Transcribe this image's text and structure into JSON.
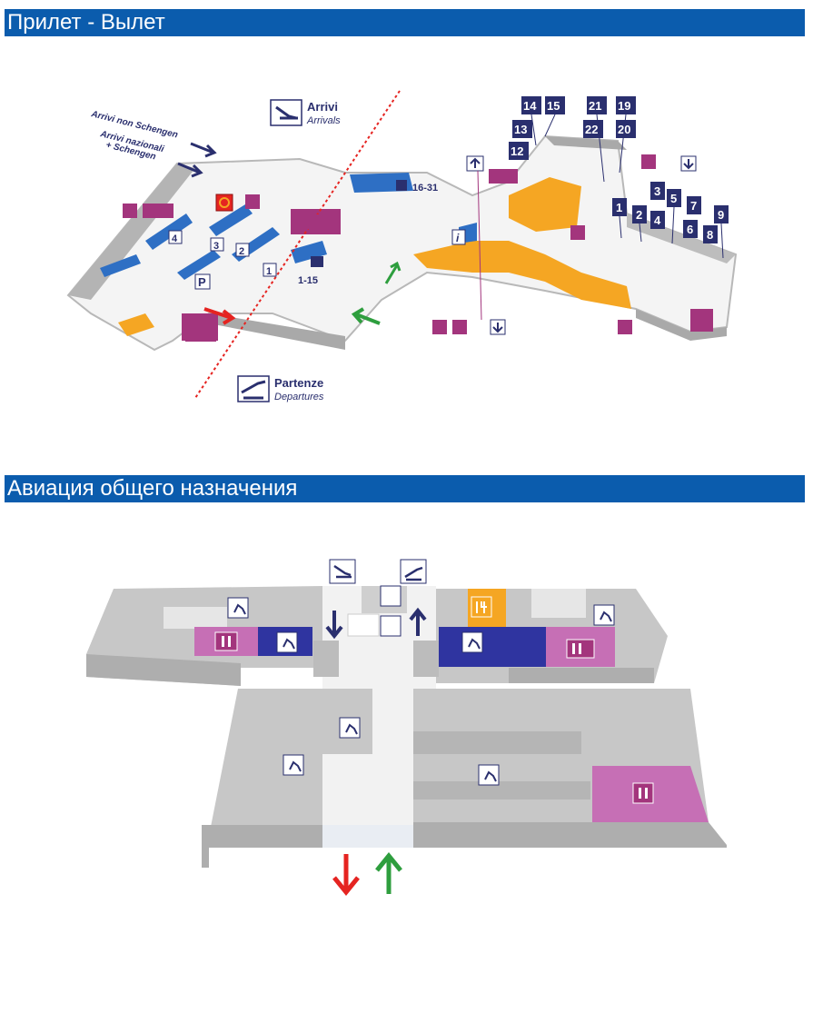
{
  "sections": {
    "arrivals_departures": {
      "title": "Прилет - Вылет"
    },
    "general_aviation": {
      "title": "Авиация общего назначения"
    }
  },
  "map1": {
    "arrivi": "Arrivi",
    "arrivals": "Arrivals",
    "partenze": "Partenze",
    "departures": "Departures",
    "arrivi_non_schengen": "Arrivi non Schengen",
    "arrivi_nazionali_1": "Arrivi nazionali",
    "arrivi_nazionali_2": "+ Schengen",
    "gate_group_a": "16-31",
    "gate_group_b": "1-15",
    "parking": "P",
    "info": "i",
    "belts": [
      "1",
      "2",
      "3",
      "4"
    ],
    "gates": [
      "14",
      "15",
      "13",
      "12",
      "21",
      "19",
      "22",
      "20",
      "1",
      "2",
      "3",
      "5",
      "4",
      "7",
      "6",
      "9",
      "8"
    ]
  },
  "colors": {
    "header": "#0b5cad",
    "navy": "#2a2f6e",
    "magenta": "#a3357d",
    "orange": "#f5a623",
    "blue": "#2e6fc4",
    "wall": "#a9a9a9",
    "arrow_red": "#e52421",
    "arrow_green": "#2e9e3e"
  }
}
